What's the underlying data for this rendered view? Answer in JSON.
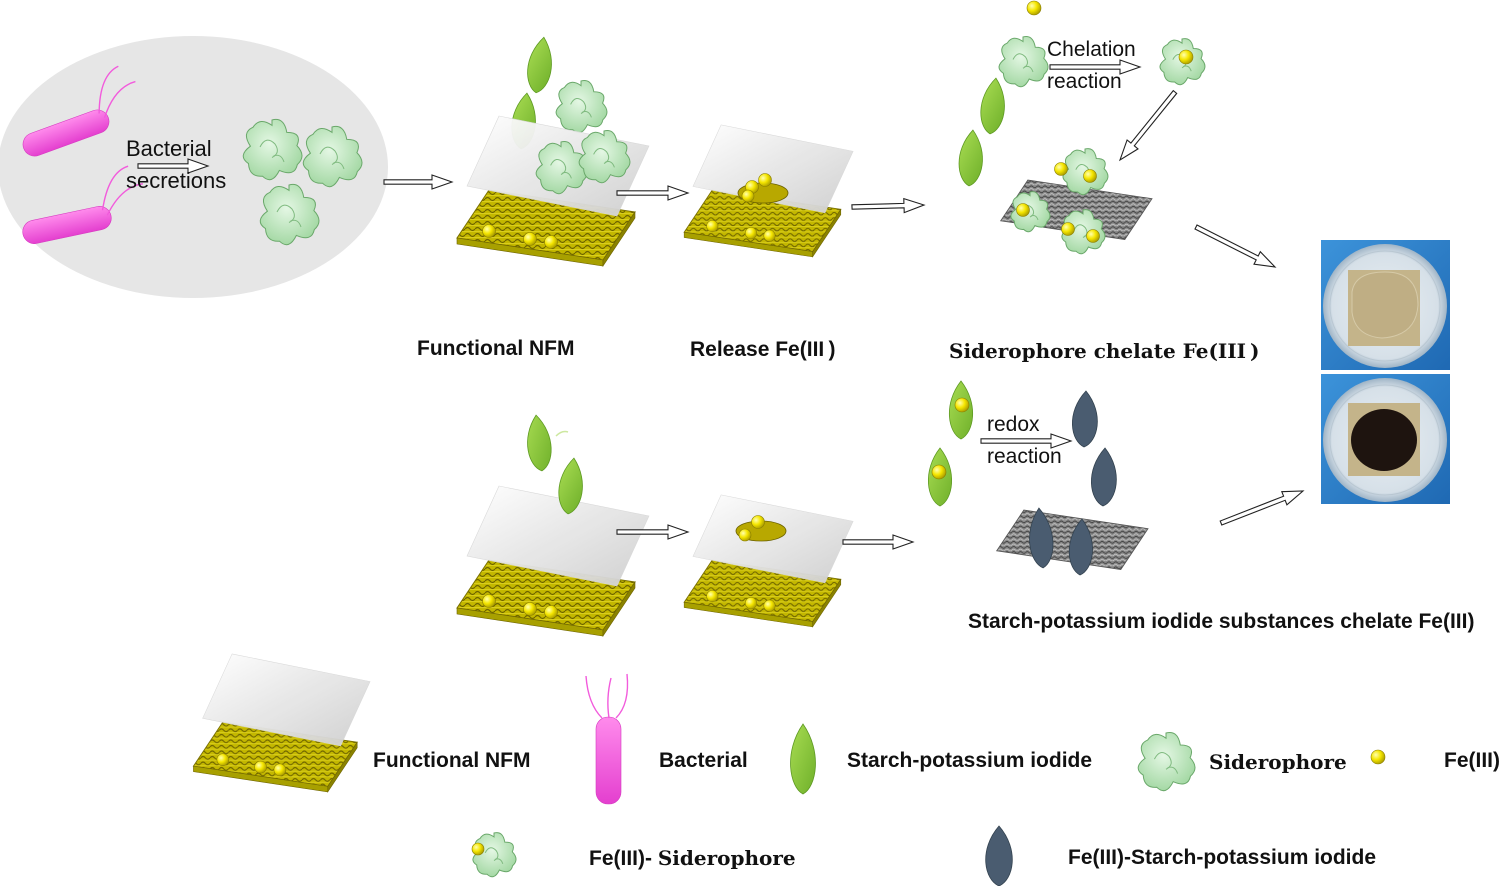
{
  "labels": {
    "bacterial_secretions_line1": "Bacterial",
    "bacterial_secretions_line2": "secretions",
    "chelation_line1": "Chelation",
    "chelation_line2": "reaction",
    "redox_line1": "redox",
    "redox_line2": "reaction",
    "functional_nfm": "Functional NFM",
    "release_fe": "Release Fe(III )",
    "siderophore_chelate": "Siderophore chelate Fe(III )",
    "starch_chelate": "Starch-potassium iodide substances chelate Fe(III)"
  },
  "legend": {
    "functional_nfm": "Functional NFM",
    "bacterial": "Bacterial",
    "starch_ki": "Starch-potassium iodide",
    "siderophore": "Siderophore",
    "fe3": "Fe(III)",
    "fe3_siderophore_prefix": "Fe(III)- ",
    "fe3_siderophore_suffix": "Siderophore",
    "fe3_starch_ki": "Fe(III)-Starch-potassium iodide"
  },
  "colors": {
    "bacterium": "#f25bdc",
    "starch_leaf": "#8cc63f",
    "siderophore": "#bfe6bf",
    "fe3_ball": "#f5e600",
    "dark_drop": "#4a5c70",
    "membrane_base": "#a8a000",
    "ellipse_bg": "#e6e6e6",
    "photo_frame": "#2a7cc7",
    "gel_light": "#c4b48a",
    "gel_dark": "#1e140f"
  }
}
